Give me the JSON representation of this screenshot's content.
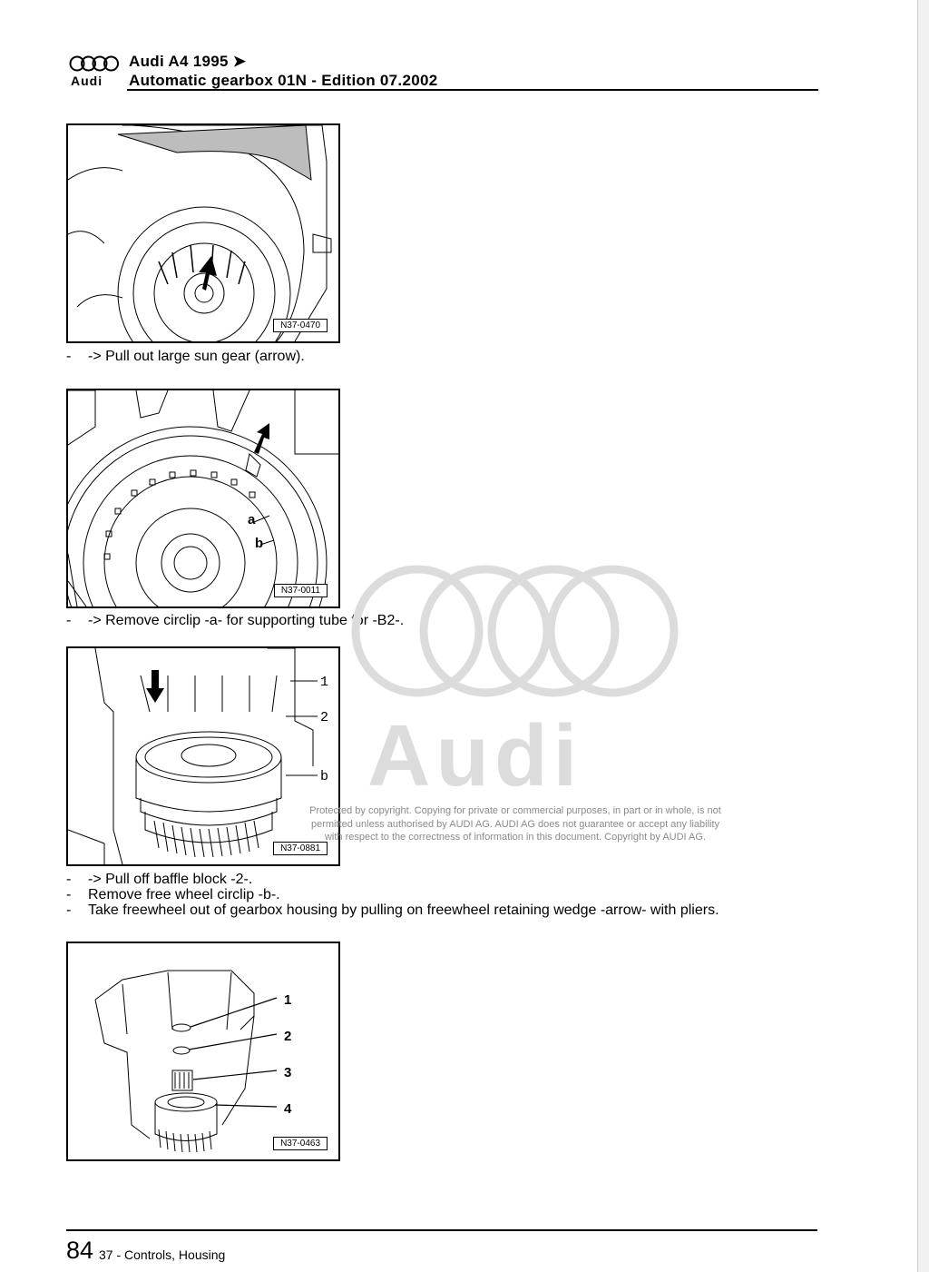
{
  "header": {
    "logo_text": "Audi",
    "title_line1": "Audi A4 1995 ➤",
    "title_line2": "Automatic gearbox 01N - Edition 07.2002"
  },
  "figures": [
    {
      "tag": "N37-0470"
    },
    {
      "tag": "N37-0011",
      "labels": [
        "a",
        "b"
      ]
    },
    {
      "tag": "N37-0881",
      "labels": [
        "1",
        "2",
        "b"
      ]
    },
    {
      "tag": "N37-0463",
      "labels": [
        "1",
        "2",
        "3",
        "4"
      ]
    }
  ],
  "steps": [
    {
      "dash": "-",
      "text": "-> Pull out large sun gear (arrow)."
    },
    {
      "dash": "-",
      "text": "-> Remove circlip -a- for supporting tube for -B2-."
    },
    {
      "dash": "-",
      "text": "-> Pull off baffle block -2-."
    },
    {
      "dash": "-",
      "text": "Remove free wheel circlip -b-."
    },
    {
      "dash": "-",
      "text": "Take freewheel out of gearbox housing by pulling on freewheel retaining wedge -arrow- with pliers."
    }
  ],
  "watermark": {
    "brand": "Audi",
    "copyright_lines": [
      "Protected by copyright. Copying for private or commercial purposes, in part or in whole, is not",
      "permitted unless authorised by AUDI AG. AUDI AG does not guarantee or accept any liability",
      "with respect to the correctness of information in this document. Copyright by AUDI AG."
    ]
  },
  "footer": {
    "page_number": "84",
    "section": "37 - Controls, Housing"
  }
}
